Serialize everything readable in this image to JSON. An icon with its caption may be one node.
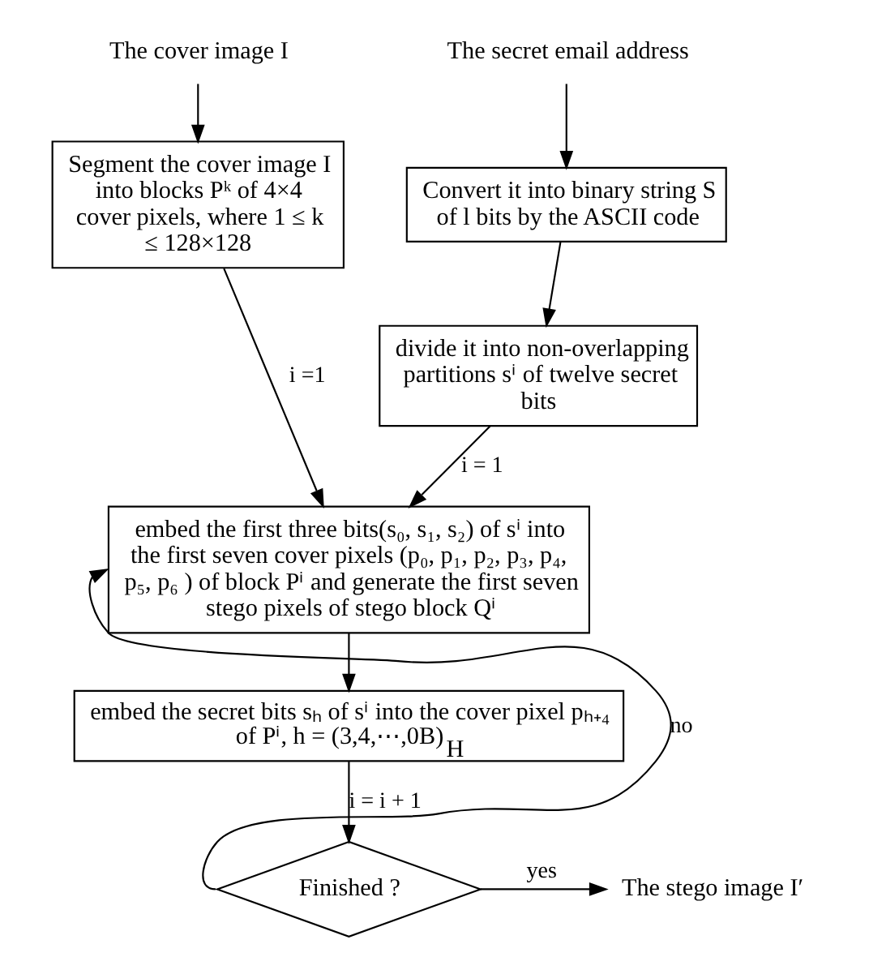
{
  "diagram": {
    "nodes": [
      {
        "text": [
          "The cover image I"
        ]
      },
      {
        "text": [
          "The secret email address"
        ]
      },
      {
        "text": [
          "Segment the cover image I into blocks Pᵏ of 4×4 cover pixels, where 1 ≤ k ≤ 128×128"
        ]
      },
      {
        "text": [
          "Convert it into binary string S of l bits by the ASCII code"
        ]
      },
      {
        "text": [
          "divide it into non-overlapping partitions sⁱ of twelve secret bits"
        ]
      },
      {
        "text": [
          "embed the first three bits(s₀, s₁, s₂) of sⁱ into the first seven cover pixels (p₀, p₁, p₂, p₃, p₄, p₅, p₆ ) of block Pⁱ and generate the first seven stego pixels of stego block Qⁱ"
        ]
      },
      {
        "text": [
          "embed the secret bits sₕ of sⁱ into the cover pixel pₕ₊₄ of Pⁱ, h = (3,4,⋯,0B)$_{H}$"
        ]
      },
      {
        "text": [
          "Finished ?"
        ]
      },
      {
        "text": [
          "The stego image I′"
        ]
      }
    ],
    "edges": [
      {
        "from": 0,
        "to": 2,
        "arrow": "to"
      },
      {
        "from": 1,
        "to": 3,
        "arrow": "to"
      },
      {
        "from": 2,
        "to": 5,
        "arrow": "to",
        "label": "i =1"
      },
      {
        "from": 3,
        "to": 4,
        "arrow": "to"
      },
      {
        "from": 4,
        "to": 5,
        "arrow": "to",
        "label": "i = 1"
      },
      {
        "from": 5,
        "to": 6,
        "arrow": "to"
      },
      {
        "from": 6,
        "to": 7,
        "arrow": "to",
        "label": "i = i + 1"
      },
      {
        "from": 7,
        "to": 5,
        "arrow": "to",
        "label": "no"
      },
      {
        "from": 7,
        "to": 8,
        "arrow": "to",
        "label": "yes"
      }
    ]
  }
}
